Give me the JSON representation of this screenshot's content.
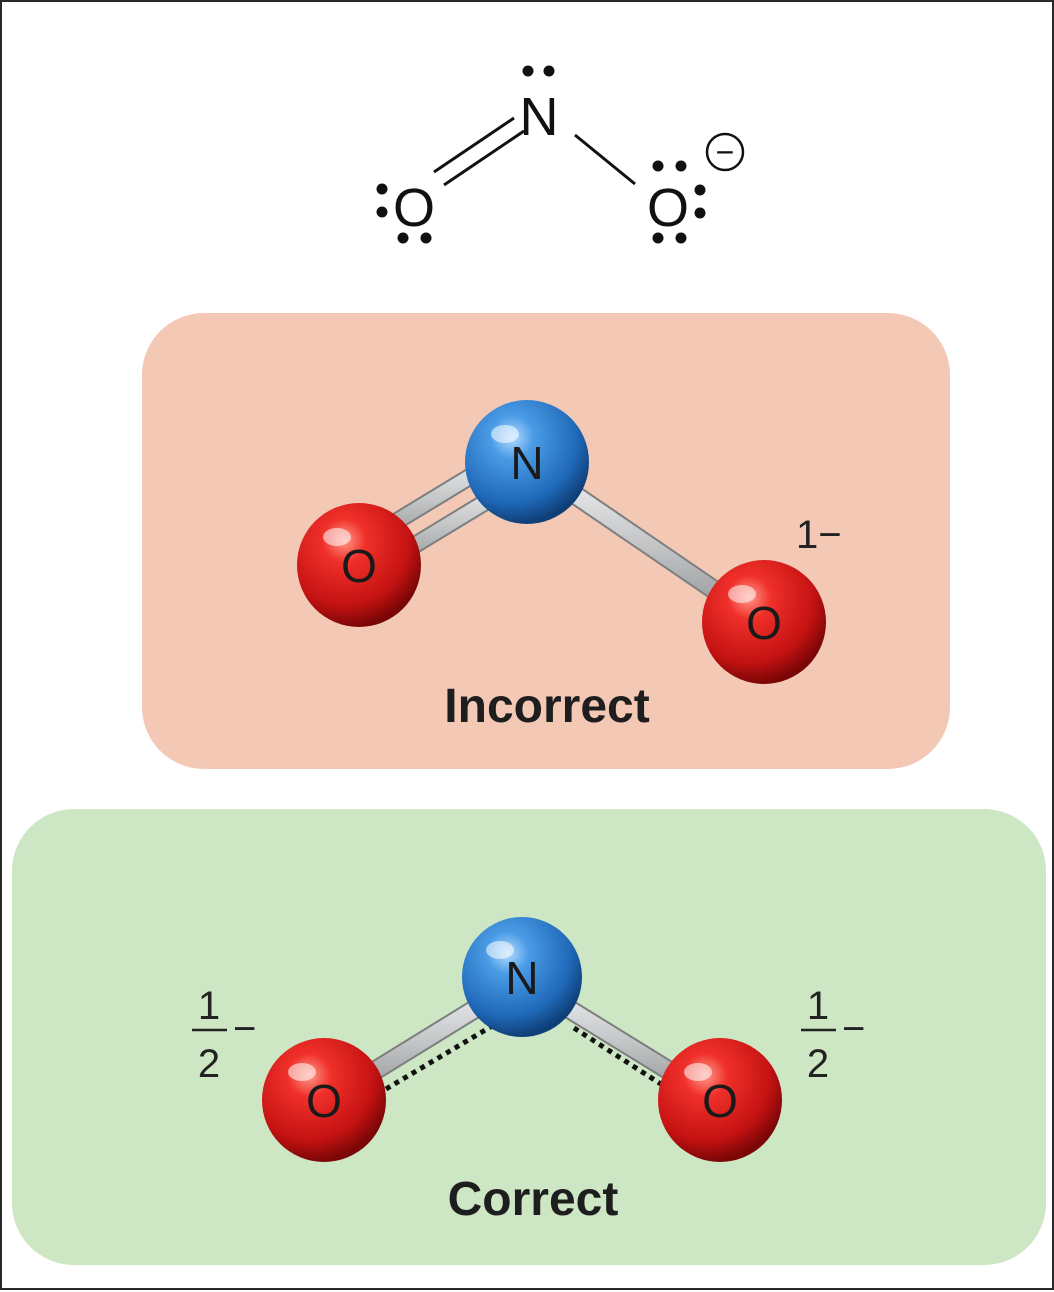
{
  "lewis_structure": {
    "atoms": [
      "N",
      "O",
      "O"
    ],
    "charge_symbol": "−"
  },
  "panels": [
    {
      "id": "incorrect",
      "caption": "Incorrect",
      "background": "#f3c9b5",
      "atoms": {
        "left": "O",
        "center": "N",
        "right": "O"
      },
      "charge_label": "1−"
    },
    {
      "id": "correct",
      "caption": "Correct",
      "background": "#cde6c3",
      "atoms": {
        "left": "O",
        "center": "N",
        "right": "O"
      },
      "charge_left": {
        "numerator": "1",
        "denominator": "2",
        "sign": "−"
      },
      "charge_right": {
        "numerator": "1",
        "denominator": "2",
        "sign": "−"
      }
    }
  ],
  "colors": {
    "oxygen": "#d81e1e",
    "nitrogen": "#2f7fcf",
    "bond": "#c4c6c8",
    "electrons": "#111111"
  },
  "icons": [
    "lone-pair-dots",
    "minus-circle-icon"
  ]
}
